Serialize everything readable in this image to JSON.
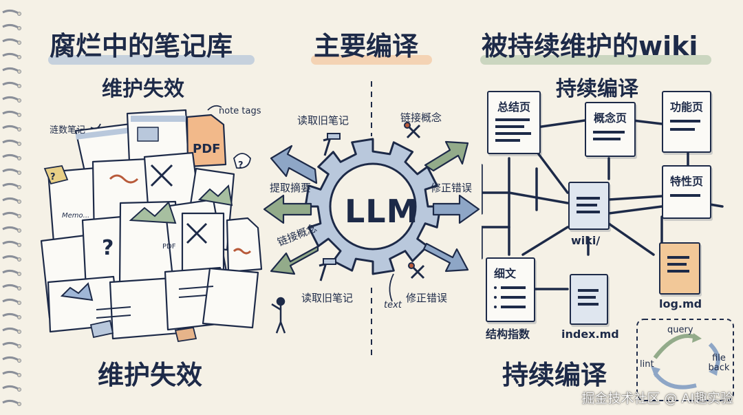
{
  "left": {
    "title": "腐烂中的笔记库",
    "subtitle": "维护失效",
    "footer": "维护失效",
    "tags": {
      "scattered": "涟数笔记",
      "note_tags": "note tags",
      "pdf": "PDF",
      "pdf_small": "PDF",
      "memo": "Memo..."
    }
  },
  "center": {
    "title": "主要编译",
    "engine": "LLM",
    "actions": {
      "read_old_top": "读取旧笔记",
      "extract": "提取摘要",
      "link_left": "链接概念",
      "read_old_bottom": "读取旧笔记",
      "link_right": "链接概念",
      "fix_right": "修正错误",
      "fix_bottom": "修正错误",
      "scribble": "text"
    }
  },
  "right": {
    "title": "被持续维护的wiki",
    "subtitle": "持续编译",
    "footer": "持续编译",
    "nodes": {
      "summary": "总结页",
      "concept": "概念页",
      "feature": "功能页",
      "trait": "特性页",
      "detail": "细文",
      "wiki": "wiki/",
      "index": "index.md",
      "log": "log.md",
      "structure": "结构指数"
    },
    "cycle": {
      "query": "query",
      "file_back": "file back",
      "lint": "lint"
    }
  },
  "watermark": "掘金技术社区 @ AI趣实验",
  "colors": {
    "ink": "#1d2a48",
    "blue_hl": "#9fb6d6",
    "orange_hl": "#f2b98a",
    "green_hl": "#a7bfa0",
    "gear": "#b9c8dc",
    "arrow_green": "#93ab8a",
    "arrow_blue": "#8ea6c6"
  }
}
